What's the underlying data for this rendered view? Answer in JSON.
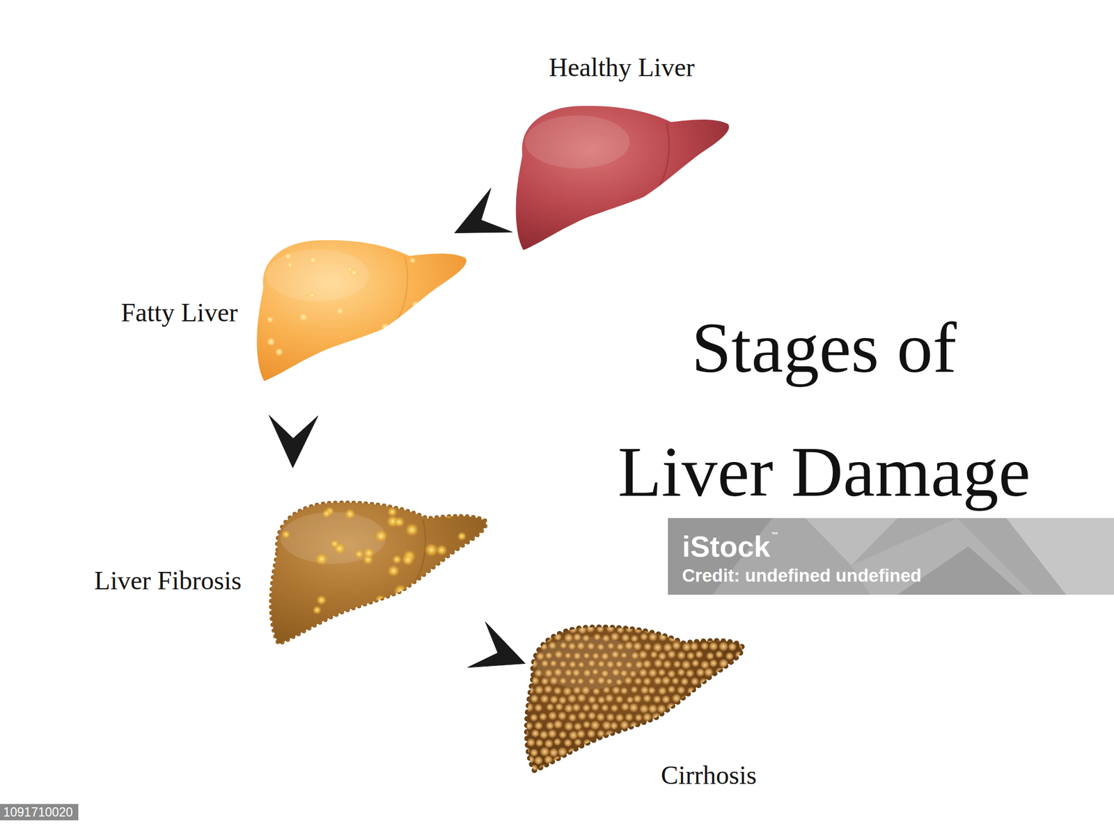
{
  "diagram": {
    "title": "Stages of Liver Damage",
    "nodes": [
      {
        "text": [
          "Healthy Liver"
        ]
      },
      {
        "text": [
          "Fatty Liver"
        ]
      },
      {
        "text": [
          "Liver Fibrosis"
        ]
      },
      {
        "text": [
          "Cirrhosis"
        ]
      }
    ],
    "edges": [
      {
        "from": 0,
        "to": 1,
        "arrow": "to"
      },
      {
        "from": 1,
        "to": 2,
        "arrow": "to"
      },
      {
        "from": 2,
        "to": 3,
        "arrow": "to"
      }
    ],
    "labels": [
      "iStock",
      "™",
      "Credit: undefined undefined",
      "1091710020"
    ]
  }
}
